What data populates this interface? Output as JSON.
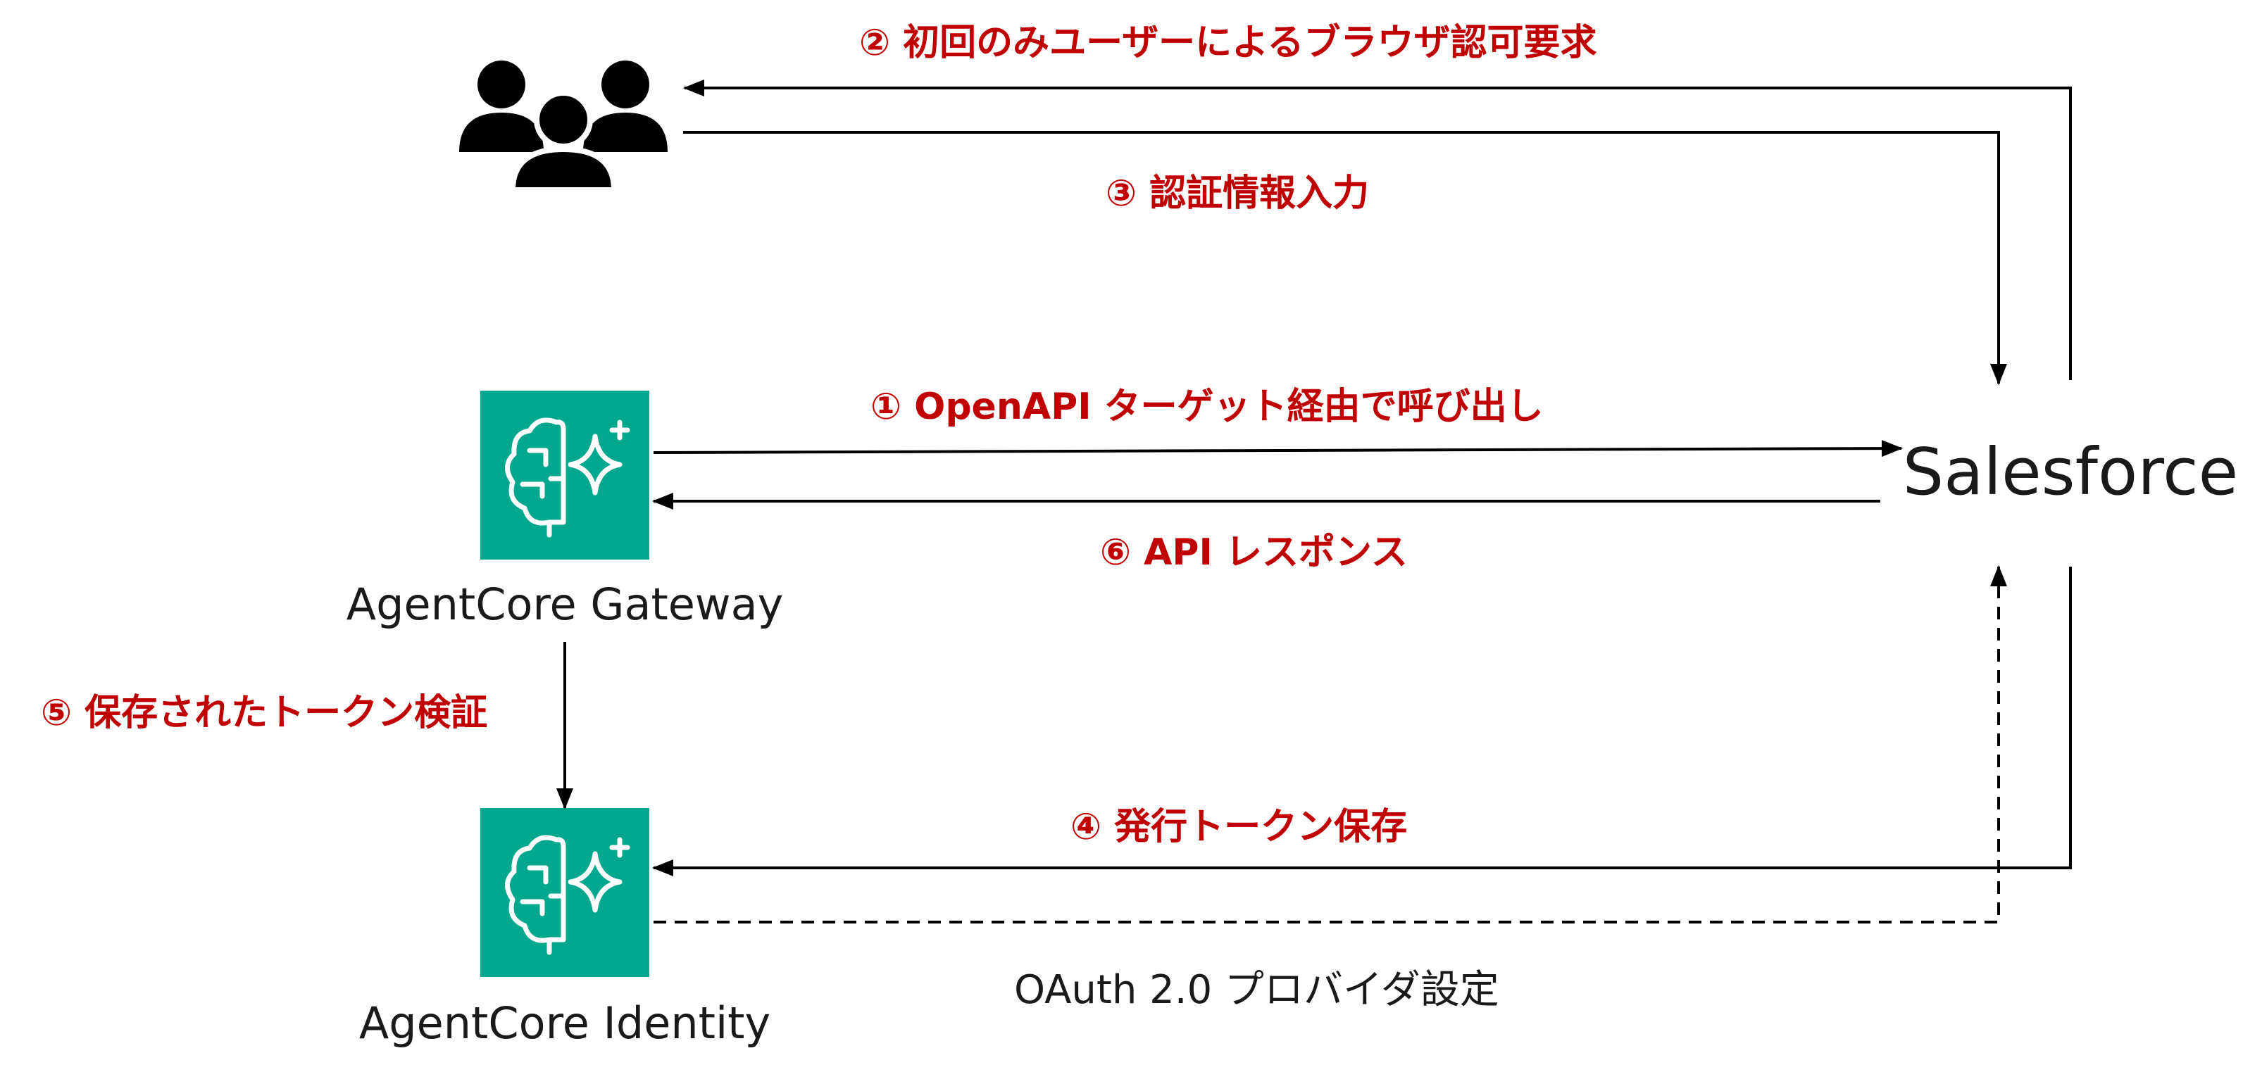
{
  "colors": {
    "step_label": "#c00000",
    "text": "#1a1a1a",
    "line": "#000000",
    "service_tile": "#01a88d",
    "users_icon": "#000000"
  },
  "nodes": {
    "users": {
      "icon": "users-group-icon"
    },
    "gateway": {
      "label": "AgentCore Gateway",
      "icon": "brain-sparkle-icon"
    },
    "identity": {
      "label": "AgentCore Identity",
      "icon": "brain-sparkle-icon"
    },
    "salesforce": {
      "label": "Salesforce"
    }
  },
  "steps": {
    "s1": "① OpenAPI ターゲット経由で呼び出し",
    "s2": "② 初回のみユーザーによるブラウザ認可要求",
    "s3": "③ 認証情報入力",
    "s4": "④ 発行トークン保存",
    "s5": "⑤ 保存されたトークン検証",
    "s6": "⑥ API レスポンス"
  },
  "config": {
    "oauth_provider": "OAuth 2.0 プロバイダ設定"
  }
}
